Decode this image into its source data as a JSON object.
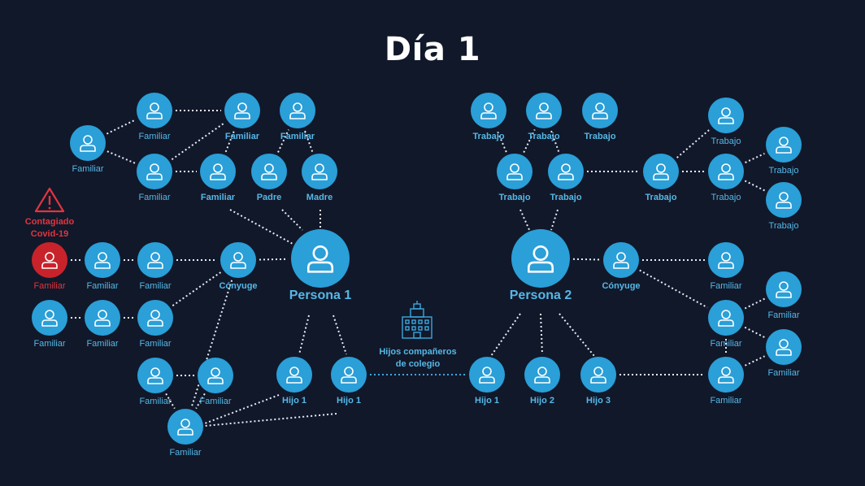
{
  "title": "Día 1",
  "colors": {
    "background": "#11182a",
    "node": "#2a9fd8",
    "infected": "#c8232b",
    "label": "#55b8e6",
    "alert": "#e0353f",
    "edge": "#e8edf5",
    "school_link": "#3aa8de"
  },
  "alert": {
    "icon": "warning-triangle-icon",
    "line1": "Contagiado",
    "line2": "Covid-19"
  },
  "school": {
    "icon": "school-building-icon",
    "line1": "Hijos compañeros",
    "line2": "de colegio"
  },
  "nodes": [
    {
      "id": "f_fam1",
      "label": "Familiar"
    },
    {
      "id": "f_fam2",
      "label": "Familiar"
    },
    {
      "id": "f_fam3",
      "label": "Familiar"
    },
    {
      "id": "f_fam4",
      "label": "Familiar"
    },
    {
      "id": "f_fam5",
      "label": "Familiar"
    },
    {
      "id": "f_fam6",
      "label": "Familiar"
    },
    {
      "id": "p1_padre",
      "label": "Padre"
    },
    {
      "id": "p1_madre",
      "label": "Madre"
    },
    {
      "id": "infected",
      "label": "Familiar"
    },
    {
      "id": "r1b",
      "label": "Familiar"
    },
    {
      "id": "r1c",
      "label": "Familiar"
    },
    {
      "id": "r2a",
      "label": "Familiar"
    },
    {
      "id": "r2b",
      "label": "Familiar"
    },
    {
      "id": "r2c",
      "label": "Familiar"
    },
    {
      "id": "p1_conyuge",
      "label": "Cónyuge"
    },
    {
      "id": "b1",
      "label": "Familiar"
    },
    {
      "id": "b2",
      "label": "Familiar"
    },
    {
      "id": "b3",
      "label": "Familiar"
    },
    {
      "id": "persona1",
      "label": "Persona 1"
    },
    {
      "id": "p1_hijo1a",
      "label": "Hijo 1"
    },
    {
      "id": "p1_hijo1b",
      "label": "Hijo 1"
    },
    {
      "id": "t1",
      "label": "Trabajo"
    },
    {
      "id": "t2",
      "label": "Trabajo"
    },
    {
      "id": "t3",
      "label": "Trabajo"
    },
    {
      "id": "t4",
      "label": "Trabajo"
    },
    {
      "id": "t5",
      "label": "Trabajo"
    },
    {
      "id": "t6",
      "label": "Trabajo"
    },
    {
      "id": "t7",
      "label": "Trabajo"
    },
    {
      "id": "t8",
      "label": "Trabajo"
    },
    {
      "id": "t9",
      "label": "Trabajo"
    },
    {
      "id": "t10",
      "label": "Trabajo"
    },
    {
      "id": "persona2",
      "label": "Persona 2"
    },
    {
      "id": "p2_conyuge",
      "label": "Cónyuge"
    },
    {
      "id": "p2_fam1",
      "label": "Familiar"
    },
    {
      "id": "p2_fam2",
      "label": "Familiar"
    },
    {
      "id": "p2_fam3",
      "label": "Familiar"
    },
    {
      "id": "p2_fam4",
      "label": "Familiar"
    },
    {
      "id": "p2_fam5",
      "label": "Familiar"
    },
    {
      "id": "p2_hijo1",
      "label": "Hijo 1"
    },
    {
      "id": "p2_hijo2",
      "label": "Hijo 2"
    },
    {
      "id": "p2_hijo3",
      "label": "Hijo 3"
    }
  ]
}
